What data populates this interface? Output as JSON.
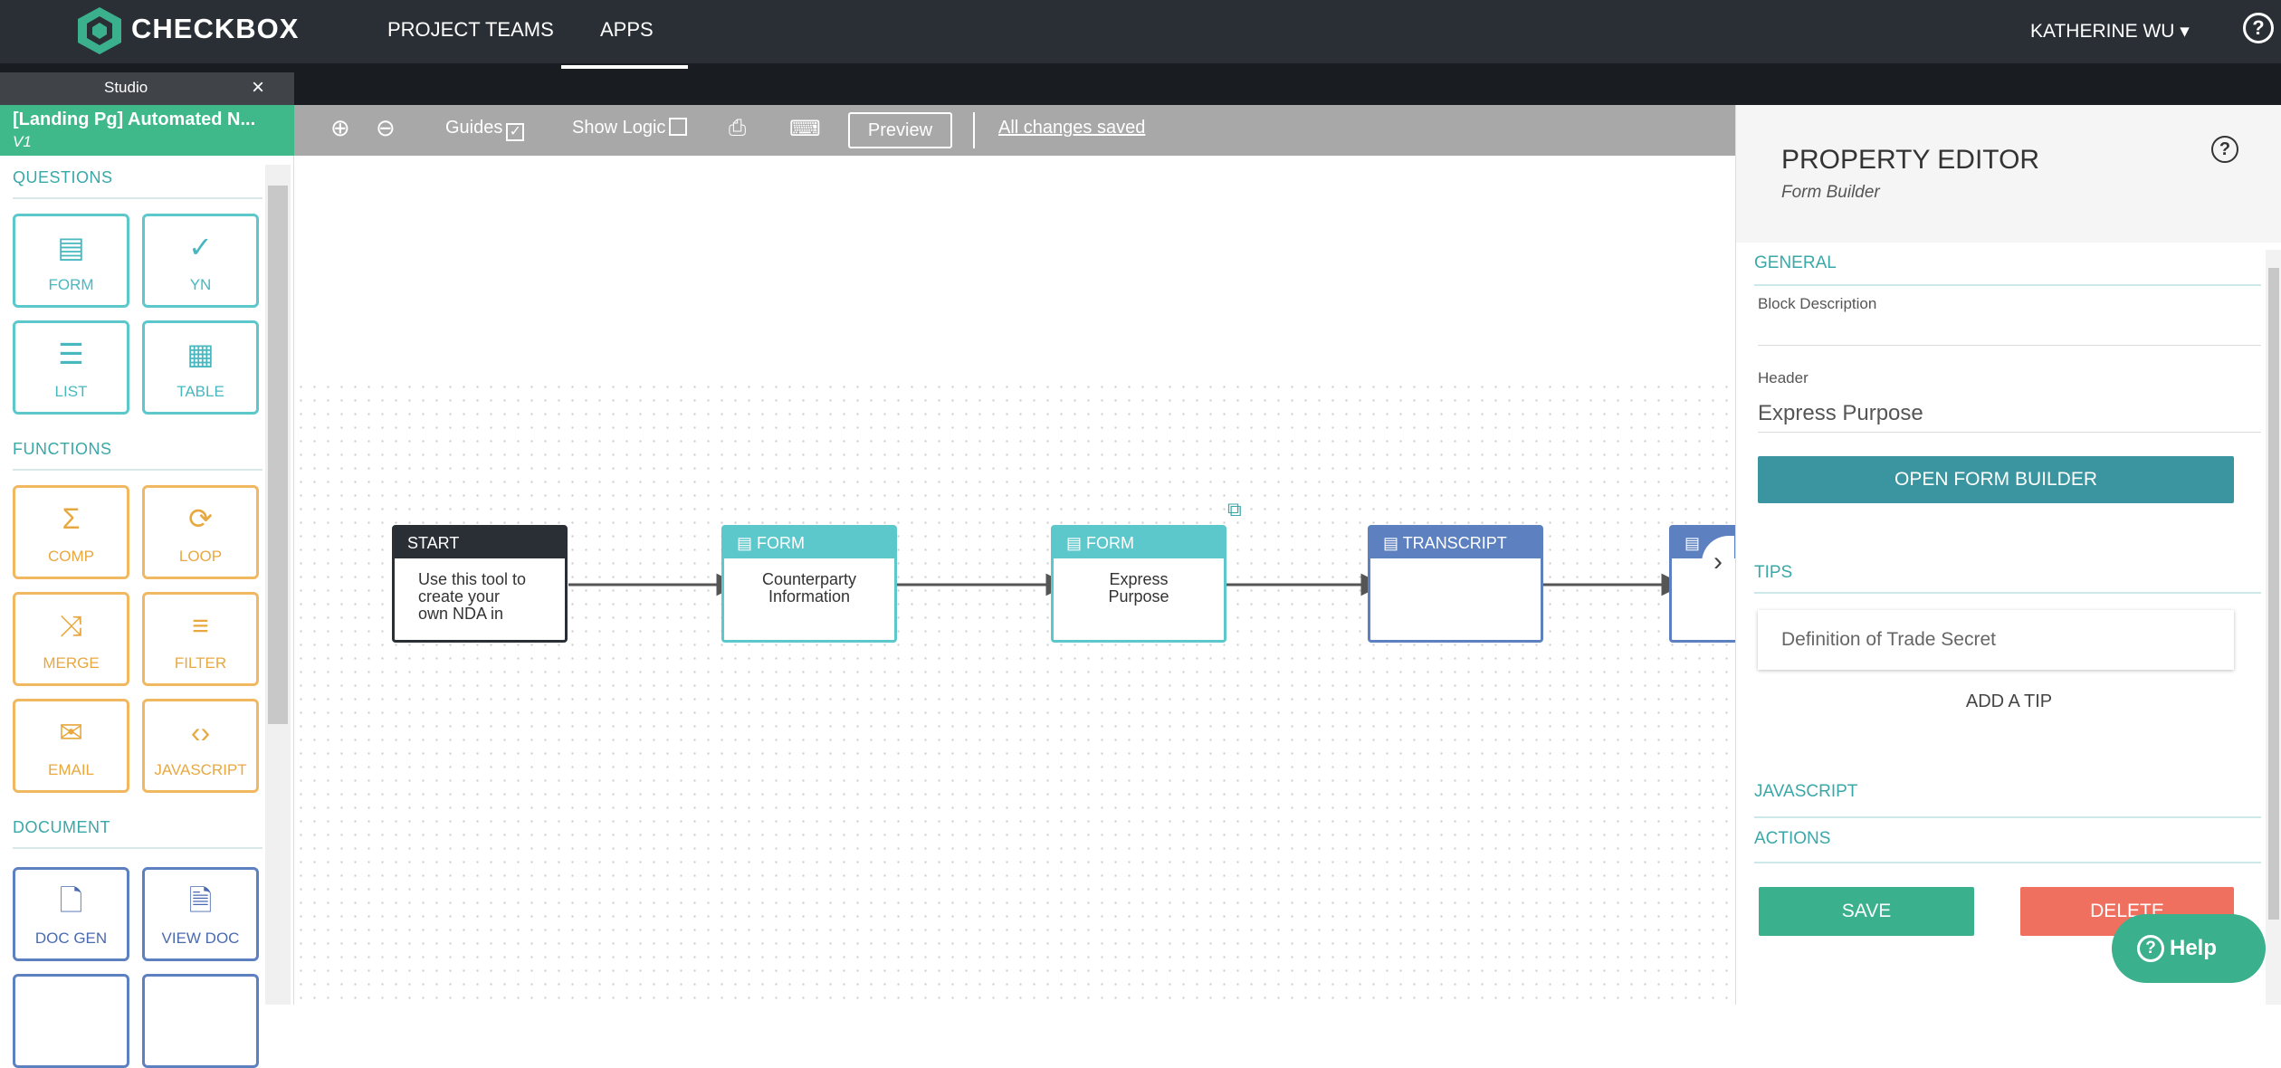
{
  "brand": {
    "name": "CHECKBOX",
    "accent": "#3ab08c"
  },
  "nav": {
    "items": [
      {
        "label": "PROJECT TEAMS"
      },
      {
        "label": "APPS"
      }
    ]
  },
  "user": {
    "name": "KATHERINE WU"
  },
  "studio": {
    "tab_label": "Studio",
    "project_title": "[Landing Pg] Automated N...",
    "version": "V1"
  },
  "sidebar": {
    "questions_label": "QUESTIONS",
    "functions_label": "FUNCTIONS",
    "document_label": "DOCUMENT",
    "questions": [
      "FORM",
      "YN",
      "LIST",
      "TABLE"
    ],
    "functions": [
      "COMP",
      "LOOP",
      "MERGE",
      "FILTER",
      "EMAIL",
      "JAVASCRIPT"
    ],
    "document": [
      "DOC GEN",
      "VIEW DOC"
    ]
  },
  "toolbar": {
    "guides_label": "Guides",
    "show_logic_label": "Show Logic",
    "preview_label": "Preview",
    "status": "All changes saved"
  },
  "flow": {
    "nodes": [
      {
        "type": "START",
        "text_lines": [
          "Use this tool to",
          "create your",
          "own NDA in"
        ]
      },
      {
        "type": "FORM",
        "text_lines": [
          "Counterparty",
          "Information"
        ]
      },
      {
        "type": "FORM",
        "text_lines": [
          "Express",
          "Purpose"
        ]
      },
      {
        "type": "TRANSCRIPT",
        "text_lines": []
      }
    ]
  },
  "property_editor": {
    "title": "PROPERTY EDITOR",
    "subtitle": "Form Builder",
    "general_label": "GENERAL",
    "block_description_label": "Block Description",
    "header_label": "Header",
    "header_value": "Express Purpose",
    "open_builder_label": "OPEN FORM BUILDER",
    "tips_label": "TIPS",
    "tip": "Definition of Trade Secret",
    "add_tip_label": "ADD A TIP",
    "javascript_label": "JAVASCRIPT",
    "actions_label": "ACTIONS",
    "save_label": "SAVE",
    "delete_label": "DELETE"
  },
  "help": {
    "label": "Help"
  },
  "colors": {
    "topbar": "#2a2f36",
    "form": "#5cc8cc",
    "transcript": "#5c80c0",
    "save": "#3ab08c",
    "delete": "#f07060"
  }
}
